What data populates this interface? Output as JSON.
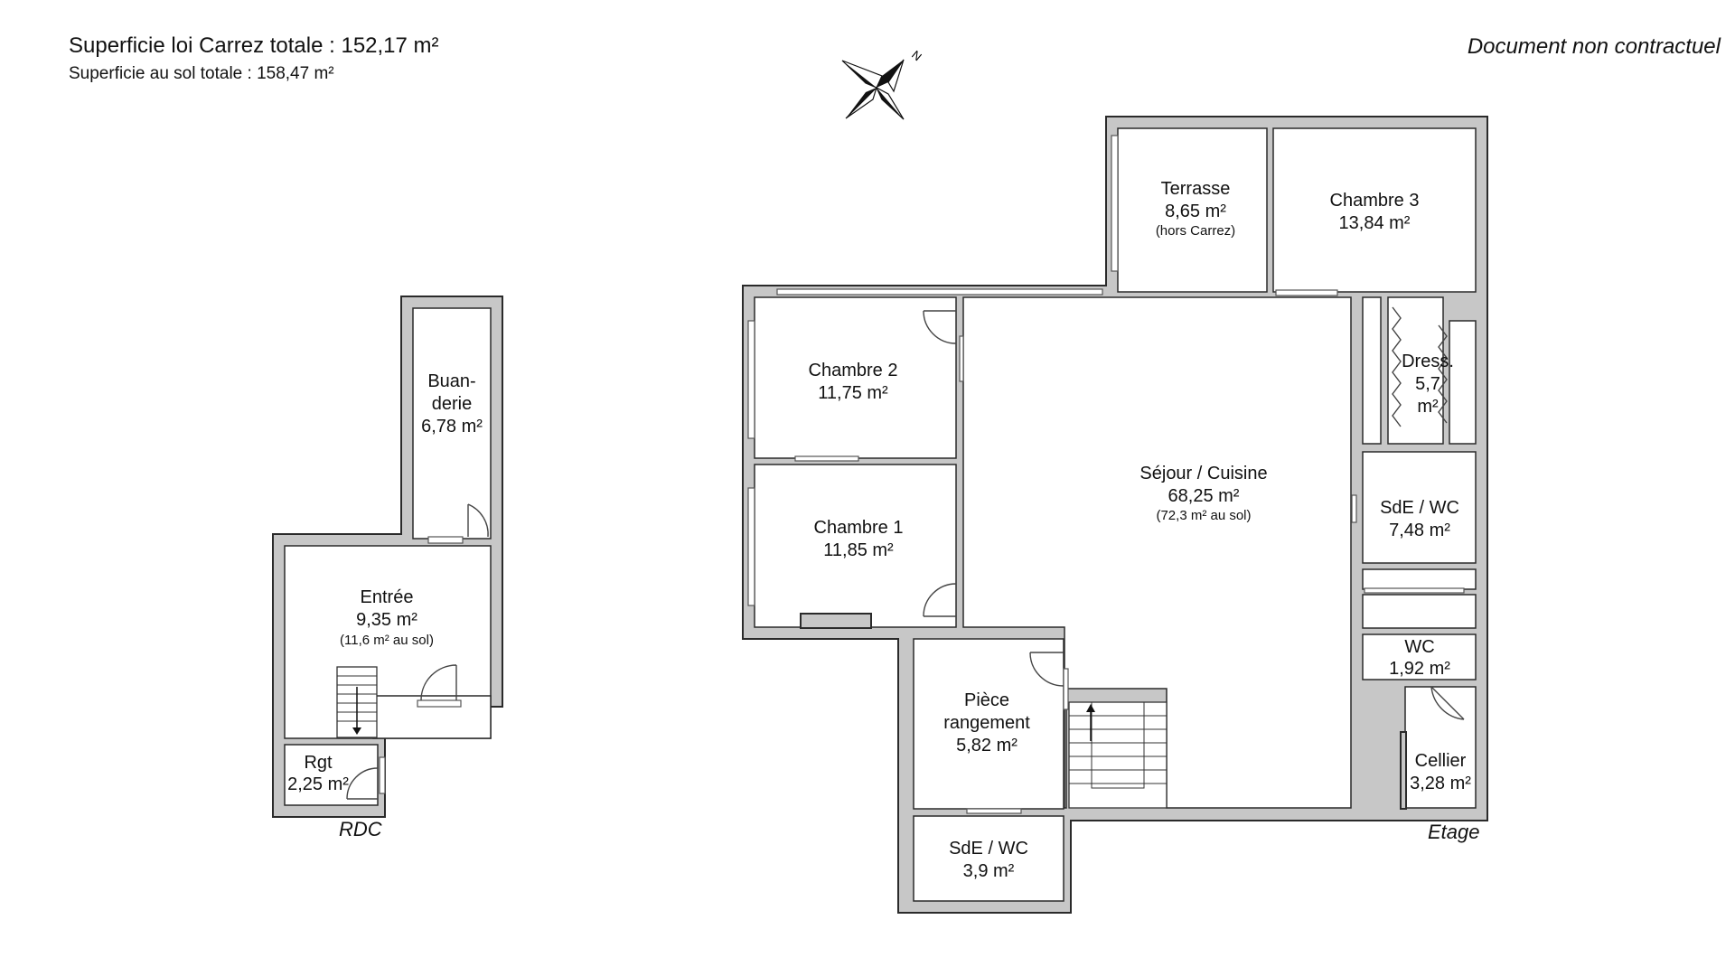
{
  "header": {
    "carrez_total": "Superficie loi Carrez totale :  152,17 m²",
    "sol_total": "Superficie au sol totale :  158,47 m²",
    "disclaimer": "Document non contractuel"
  },
  "compass": {
    "icon": "compass-rose-icon",
    "north_label": "N"
  },
  "levels": {
    "rdc": "RDC",
    "etage": "Etage"
  },
  "rooms": {
    "buanderie": {
      "line1": "Buan-",
      "line2": "derie",
      "area": "6,78 m²"
    },
    "entree": {
      "name": "Entrée",
      "area": "9,35 m²",
      "note": "(11,6 m² au sol)"
    },
    "rgt": {
      "name": "Rgt",
      "area": "2,25 m²"
    },
    "terrasse": {
      "name": "Terrasse",
      "area": "8,65 m²",
      "note": "(hors Carrez)"
    },
    "chambre3": {
      "name": "Chambre 3",
      "area": "13,84 m²"
    },
    "chambre2": {
      "name": "Chambre 2",
      "area": "11,75 m²"
    },
    "chambre1": {
      "name": "Chambre 1",
      "area": "11,85 m²"
    },
    "sejour": {
      "name": "Séjour / Cuisine",
      "area": "68,25 m²",
      "note": "(72,3 m² au sol)"
    },
    "dressing": {
      "line1": "Dress.",
      "line2": "5,7",
      "line3": "m²"
    },
    "sde_wc_1": {
      "name": "SdE / WC",
      "area": "7,48 m²"
    },
    "wc": {
      "name": "WC",
      "area": "1,92 m²"
    },
    "cellier": {
      "name": "Cellier",
      "area": "3,28 m²"
    },
    "piece_rangement": {
      "line1": "Pièce",
      "line2": "rangement",
      "area": "5,82 m²"
    },
    "sde_wc_2": {
      "name": "SdE / WC",
      "area": "3,9 m²"
    }
  }
}
